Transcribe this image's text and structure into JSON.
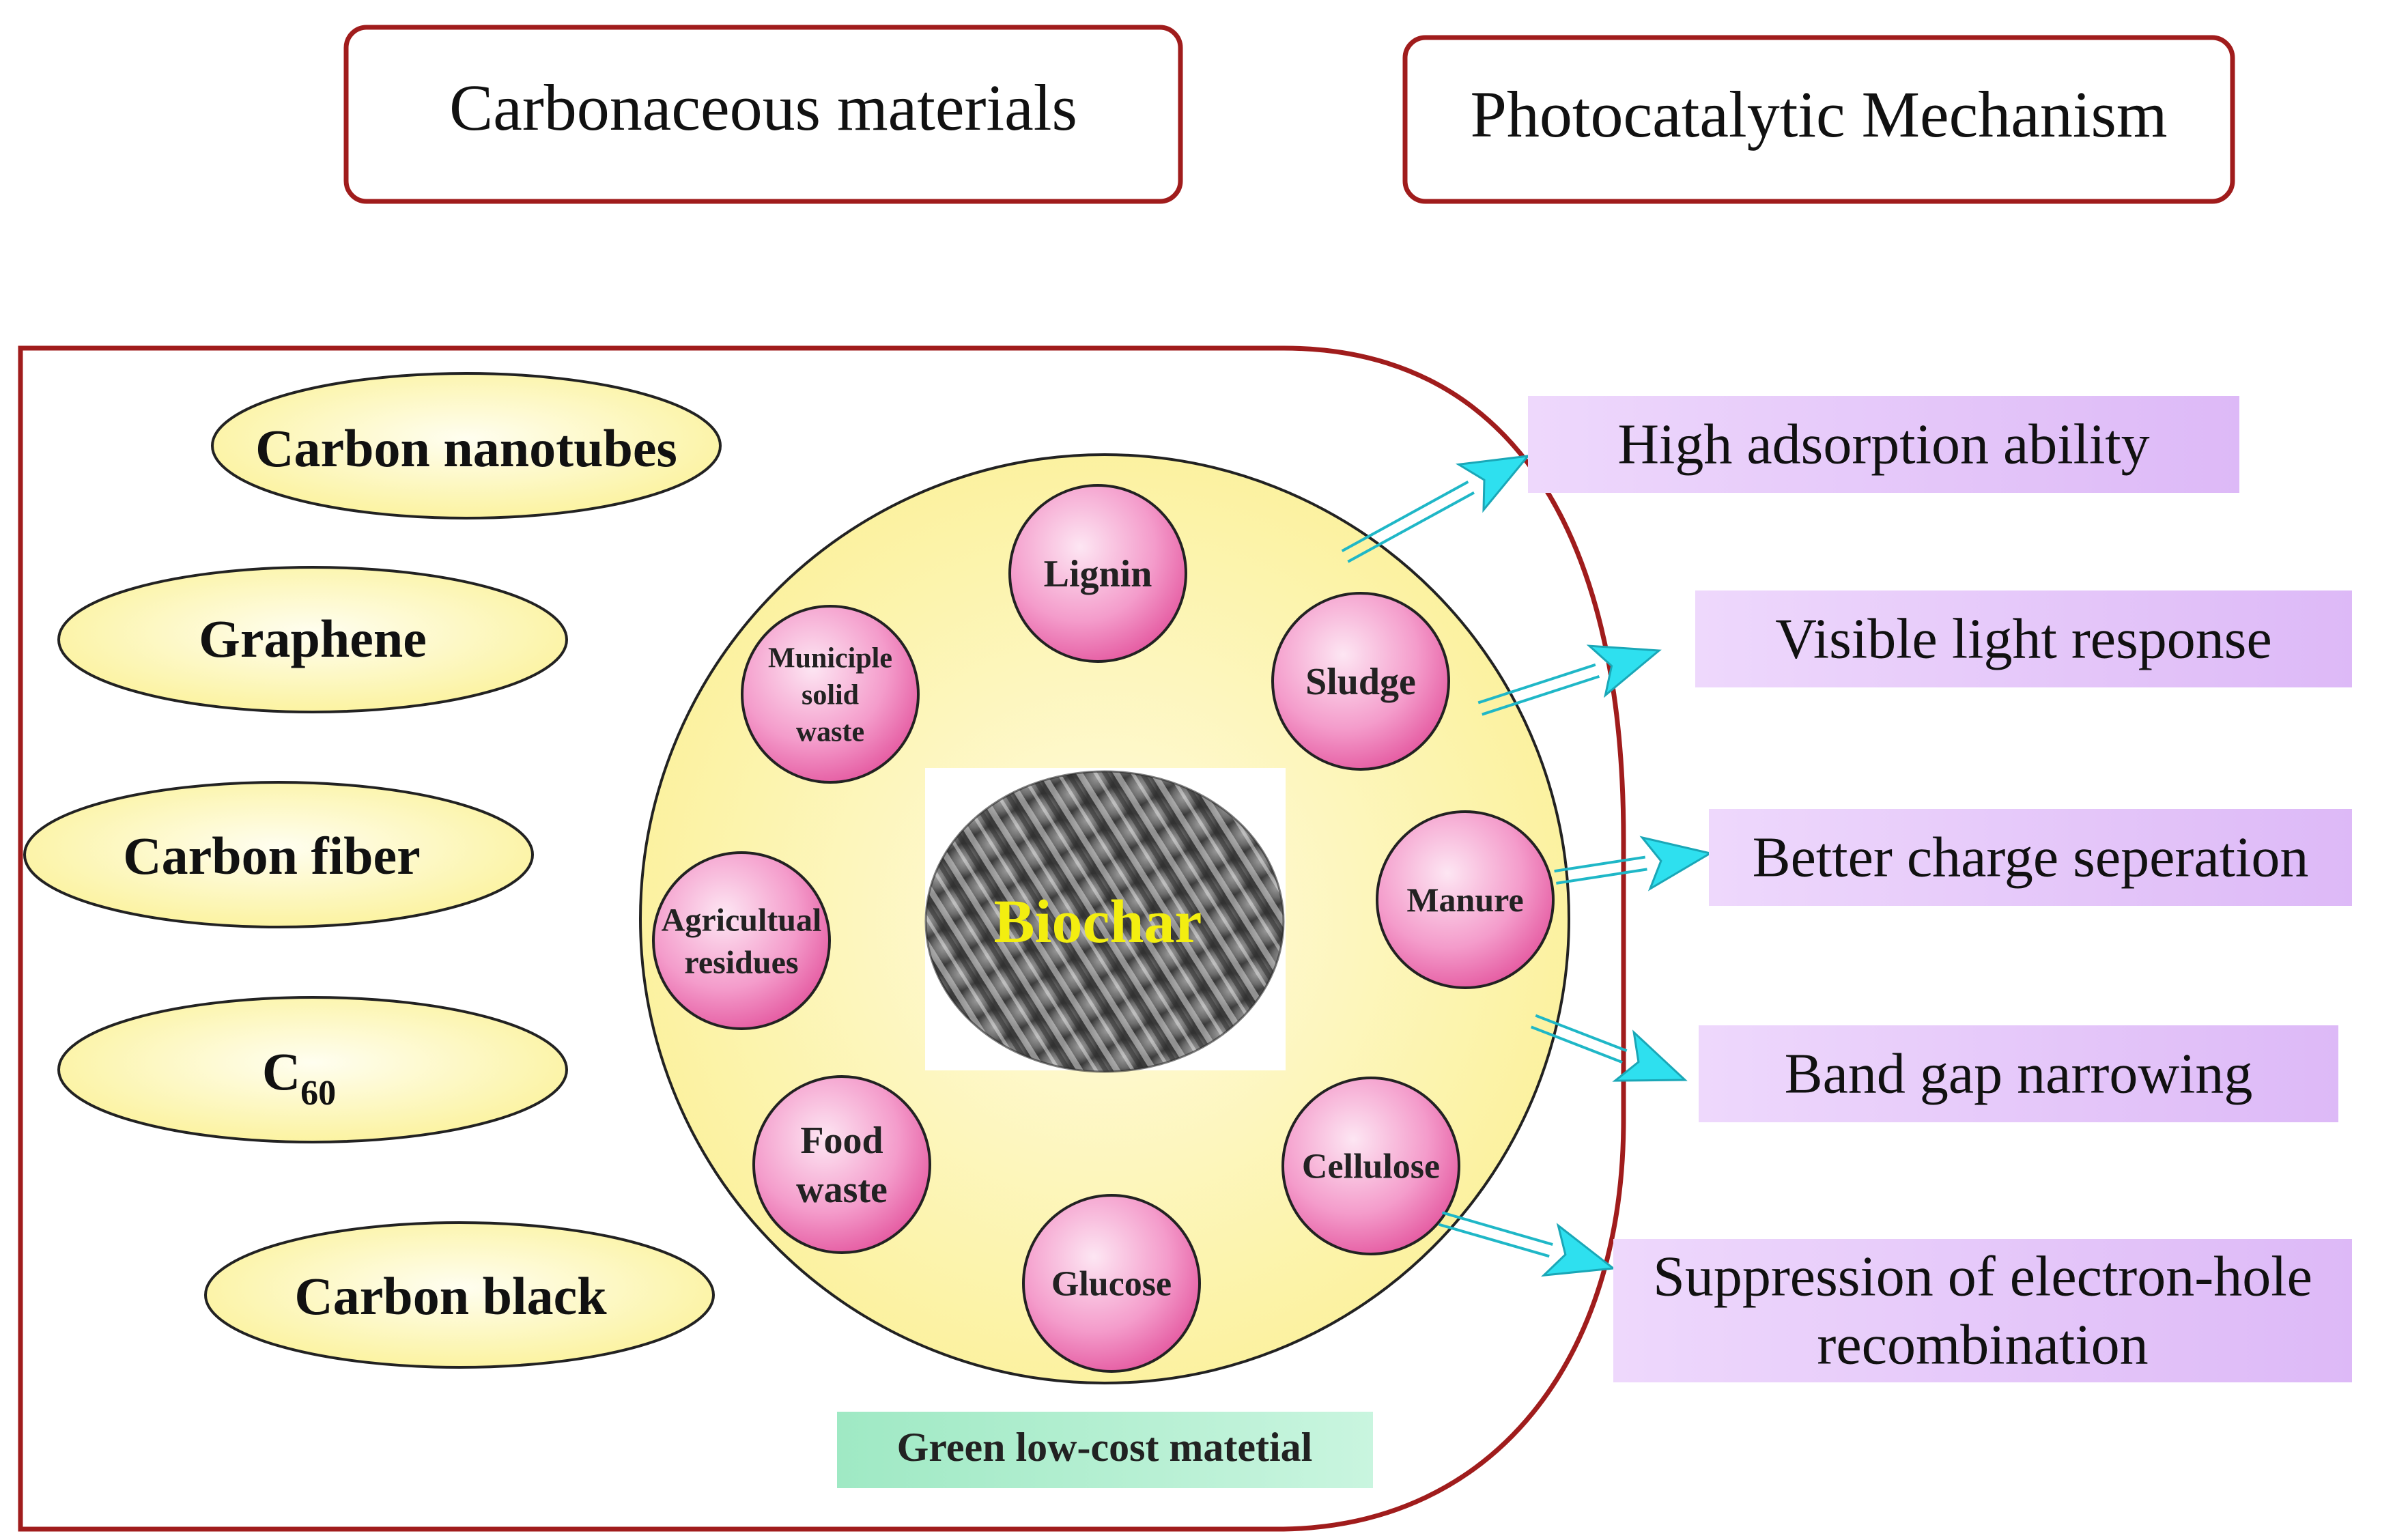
{
  "header": {
    "left_title": "Carbonaceous materials",
    "right_title": "Photocatalytic Mechanism"
  },
  "materials": [
    {
      "label": "Carbon nanotubes"
    },
    {
      "label": "Graphene"
    },
    {
      "label": "Carbon fiber"
    },
    {
      "label": "C",
      "subscript": "60"
    },
    {
      "label": "Carbon black"
    }
  ],
  "biochar": {
    "center_label": "Biochar",
    "footer_label": "Green low-cost matetial",
    "sources": [
      {
        "lines": [
          "Lignin"
        ]
      },
      {
        "lines": [
          "Sludge"
        ]
      },
      {
        "lines": [
          "Manure"
        ]
      },
      {
        "lines": [
          "Cellulose"
        ]
      },
      {
        "lines": [
          "Glucose"
        ]
      },
      {
        "lines": [
          "Food",
          "waste"
        ]
      },
      {
        "lines": [
          "Agricultual",
          "residues"
        ]
      },
      {
        "lines": [
          "Municiple",
          "solid",
          "waste"
        ]
      }
    ]
  },
  "mechanisms": [
    {
      "lines": [
        "High adsorption ability"
      ]
    },
    {
      "lines": [
        "Visible light response"
      ]
    },
    {
      "lines": [
        "Better charge seperation"
      ]
    },
    {
      "lines": [
        "Band gap narrowing"
      ]
    },
    {
      "lines": [
        "Suppression of electron-hole",
        "recombination"
      ]
    }
  ],
  "colors": {
    "frame": "#a01c1c",
    "ellipse_fill": "#fdf6a8",
    "big_circle_fill": "#fdf6a4",
    "source_circle_center": "#fbd7ec",
    "source_circle_edge": "#e65aa8",
    "mechanism_box": "#e6c9fb",
    "arrow": "#2ee0ef",
    "footer_box": "#a7edcb",
    "biochar_text": "#f3ee10"
  }
}
